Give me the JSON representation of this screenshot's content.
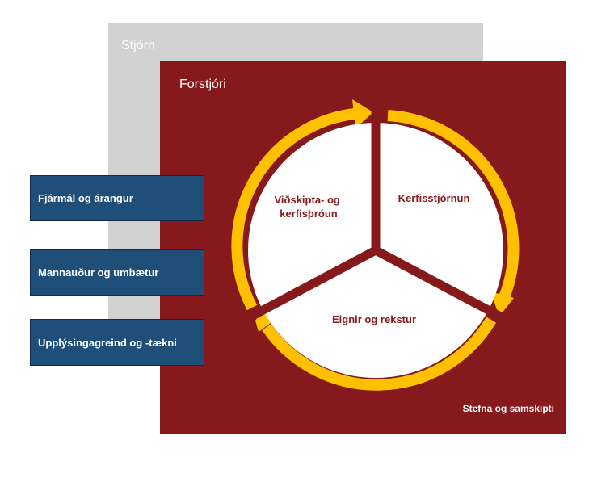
{
  "board": {
    "label": "Stjórn"
  },
  "director": {
    "label": "Forstjóri"
  },
  "footer": {
    "label": "Stefna og samskipti"
  },
  "cycle": {
    "segments": [
      {
        "label_line1": "Viðskipta- og",
        "label_line2": "kerfisþróun"
      },
      {
        "label_line1": "Kerfisstjórnun"
      },
      {
        "label_line1": "Eignir og rekstur"
      }
    ]
  },
  "side_boxes": [
    {
      "label": "Fjármál og árangur"
    },
    {
      "label": "Mannauður og umbætur"
    },
    {
      "label": "Upplýsingagreind og -tækni"
    }
  ],
  "colors": {
    "board": "#d2d2d2",
    "director": "#86191b",
    "cycle_ring": "#ffc000",
    "side_box": "#1f4e79"
  }
}
